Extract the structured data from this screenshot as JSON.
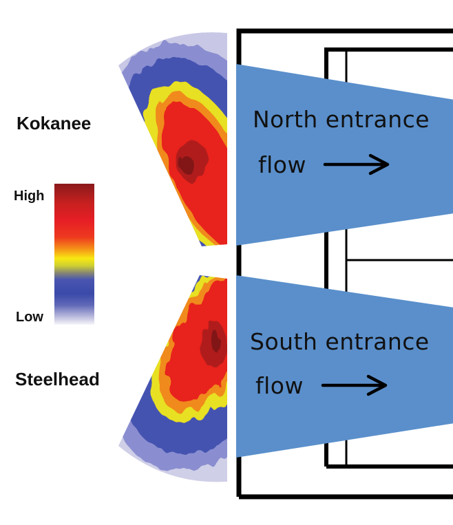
{
  "labels": {
    "kokanee": "Kokanee",
    "steelhead": "Steelhead"
  },
  "colorbar": {
    "high_label": "High",
    "low_label": "Low",
    "colors": [
      "#8a1a1c",
      "#e61e25",
      "#f58f18",
      "#f8e812",
      "#3a4aa8",
      "#f6f6fb"
    ]
  },
  "north_flow": {
    "line1": "North entrance",
    "line2": "flow",
    "arrow": "right-arrow-icon"
  },
  "south_flow": {
    "line1": "South entrance",
    "line2": "flow",
    "arrow": "right-arrow-icon"
  },
  "colors": {
    "flow_blue": "#5a8fcb",
    "structure": "#000000"
  }
}
